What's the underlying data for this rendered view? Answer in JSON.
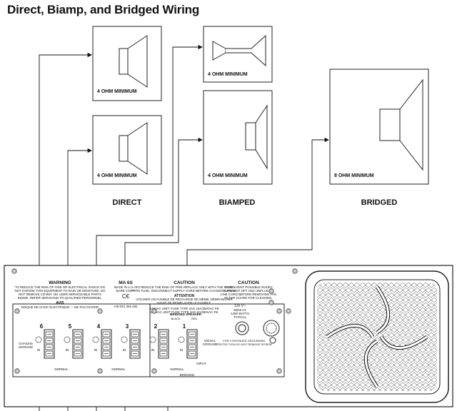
{
  "title": "Direct, Biamp, and Bridged Wiring",
  "speaker_labels": {
    "four_ohm": "4 OHM MINIMUM",
    "eight_ohm": "8 OHM MINIMUM"
  },
  "section_labels": {
    "direct": "DIRECT",
    "biamped": "BIAMPED",
    "bridged": "BRIDGED"
  },
  "panel": {
    "warning": {
      "heading": "WARNING",
      "line1": "TO REDUCE THE RISK OF FIRE OR ELECTRICAL SHOCK DO",
      "line2": "NOT EXPOSE THIS EQUIPMENT TO RAIN OR MOISTURE. DO",
      "line3": "NOT REMOVE COVER. NO USER SERVICEABLE PARTS",
      "line4": "INSIDE. REFER SERVICING TO QUALIFIED PERSONNEL.",
      "avis": "AVIS",
      "avis_text": "RISQUE DE CHOC ELECTRIQUE — NE PAS OUVRIR"
    },
    "model": {
      "name": "MA 6S",
      "made": "MADE IN U.S.A.",
      "corp": "BARE CORP.",
      "ce": "C€",
      "ser": "AIN 001 345 492"
    },
    "caution1": {
      "heading": "CAUTION",
      "line1": "TO REDUCE THE RISK OF FIRE REPLACE ONLY WITH THE SAME",
      "line2": "TYPE FUSE. DISCONNECT SUPPLY CORD BEFORE CHANGING FUSE.",
      "attention": "ATTENTION",
      "fr1": "UTILISER UN FUSIBLE DE RECHANGE DE MÊME, DÉBRANCHER",
      "fr2": "AVANT DE REMPLACER LE FUSIBLE.",
      "fuse1": "120VAC UNIT: FUSE TYPE 3AG 15A/250VAC FB",
      "fuse2": "230VAC UNIT: FUSE TYPE 3AG 8A/250VAC FB"
    },
    "caution2": {
      "heading": "CAUTION",
      "line1": "TO PREVENT POSSIBLE INJURY",
      "line2": "TURN UNIT OFF AND UNPLUG AC",
      "line3": "LINE CORD BEFORE REMOVING FAN",
      "line4": "FILTER GUARD FOR CLEANING."
    },
    "power": {
      "volt": "120 V~",
      "hz": "50/60 Hz",
      "watts": "1400 WATTS",
      "typ": "TYPICAL"
    },
    "ground_note1": "FOR CONTINUED GROUNDING",
    "ground_note2": "PROTECTION DO NOT REMOVE SCREW",
    "bridged_speaker": "BRIDGED SPEAKER",
    "black": "BLACK",
    "red": "RED",
    "chassis1": "CHASSIS",
    "chassis2": "GROUND",
    "signal1": "SIGNAL",
    "signal2": "GROUND",
    "in": "IN",
    "norm": "NORMAL",
    "bridged": "BRIDGED",
    "input": "INPUT",
    "ch": [
      "6",
      "5",
      "4",
      "3",
      "2",
      "1"
    ]
  }
}
